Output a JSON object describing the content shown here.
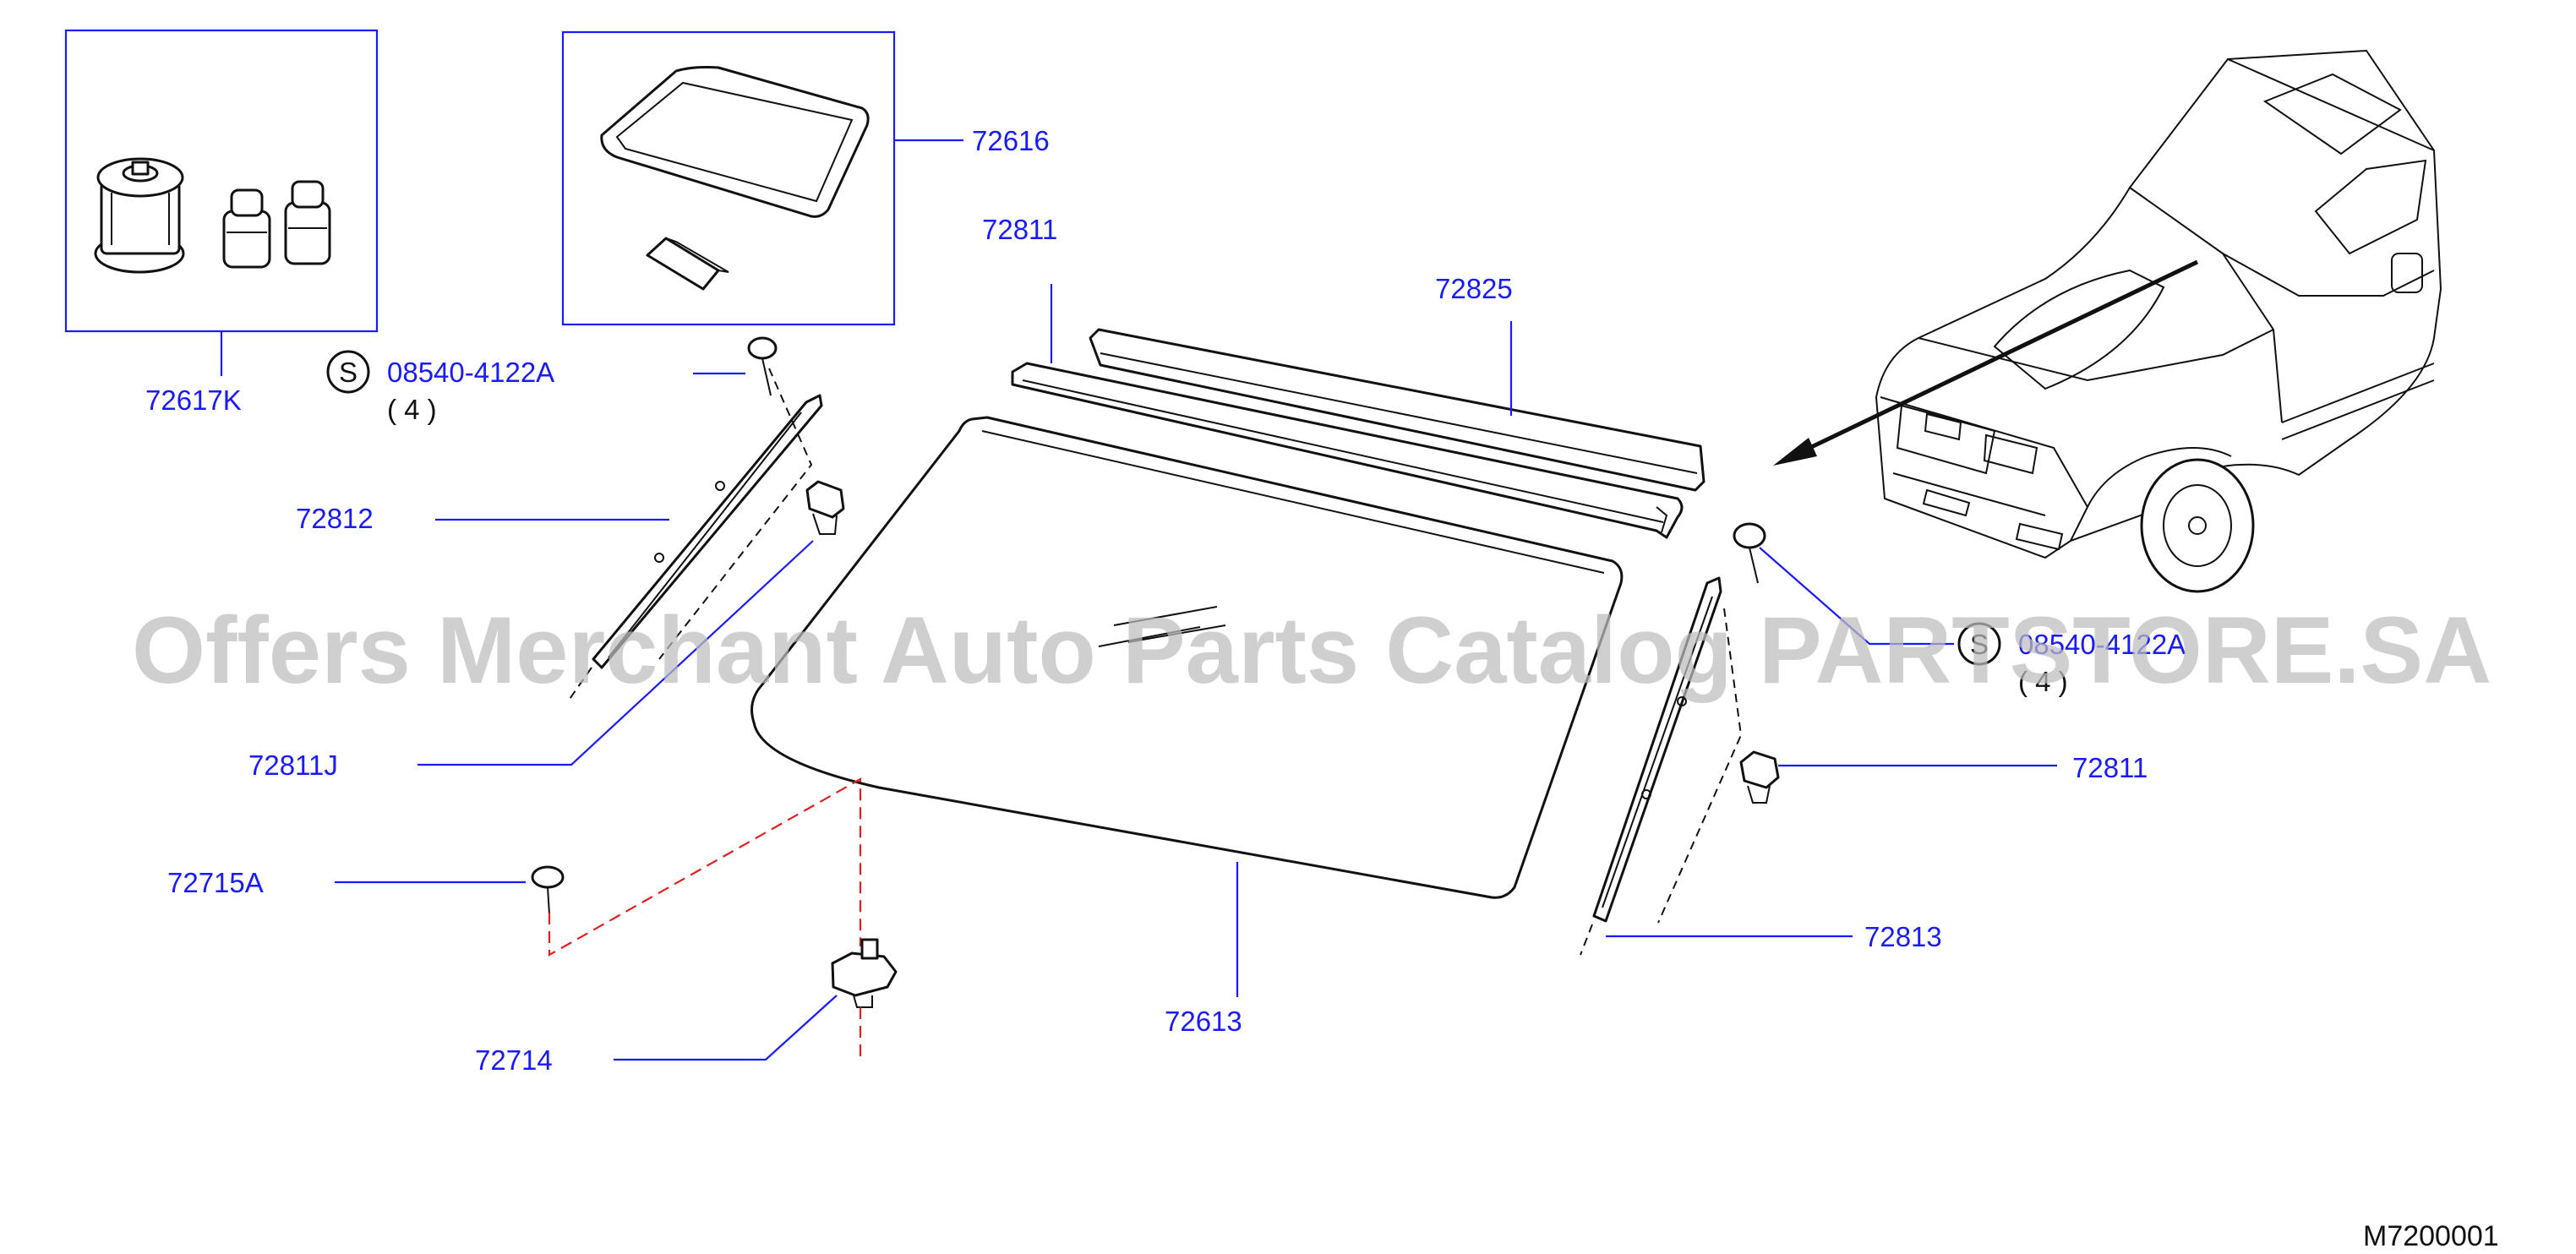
{
  "callouts": {
    "p72617K": "72617K",
    "p72616": "72616",
    "p72811_top": "72811",
    "p72825": "72825",
    "screw_left_code": "08540-4122A",
    "screw_left_qty": "( 4 )",
    "p72812": "72812",
    "p72811J": "72811J",
    "p72715A": "72715A",
    "p72714": "72714",
    "p72613": "72613",
    "screw_right_code": "08540-4122A",
    "screw_right_qty": "( 4 )",
    "p72811_right": "72811",
    "p72813": "72813",
    "s_symbol": "S"
  },
  "diagram_code": "M7200001",
  "watermark": "Offers Merchant Auto Parts Catalog PARTSTORE.SA",
  "colors": {
    "label": "#1a1aff",
    "line": "#111111",
    "red_dashed": "#e02020",
    "watermark": "#bdbdbd"
  }
}
